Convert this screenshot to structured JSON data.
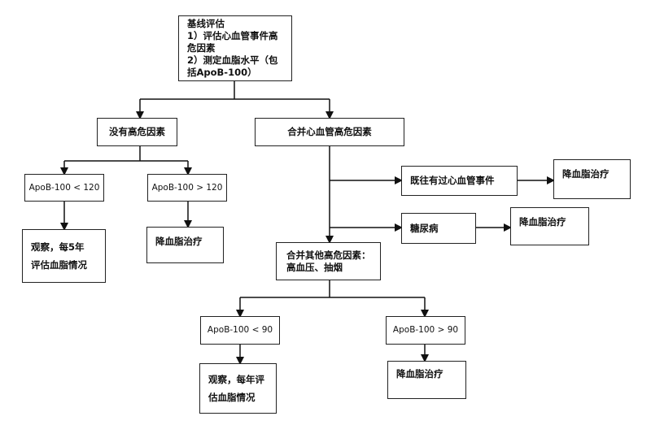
{
  "nodes": {
    "baseline": [
      "基线评估",
      "1）评估心血管事件高",
      "危因素",
      "2）测定血脂水平（包",
      "括ApoB-100）"
    ],
    "no_risk": "没有高危因素",
    "with_risk": "合并心血管高危因素",
    "apob_lt_120": "ApoB-100 < 120",
    "apob_gt_120": "ApoB-100 > 120",
    "observe_5y": [
      "观察，每5年",
      "评估血脂情况"
    ],
    "lipid_treat_1": "降血脂治疗",
    "prior_cv_event": "既往有过心血管事件",
    "lipid_treat_2": "降血脂治疗",
    "diabetes": "糖尿病",
    "lipid_treat_3": "降血脂治疗",
    "other_risk": [
      "合并其他高危因素：",
      "高血压、抽烟"
    ],
    "apob_lt_90": "ApoB-100 < 90",
    "apob_gt_90": "ApoB-100 > 90",
    "observe_yearly": [
      "观察，每年评",
      "估血脂情况"
    ],
    "lipid_treat_4": "降血脂治疗"
  }
}
